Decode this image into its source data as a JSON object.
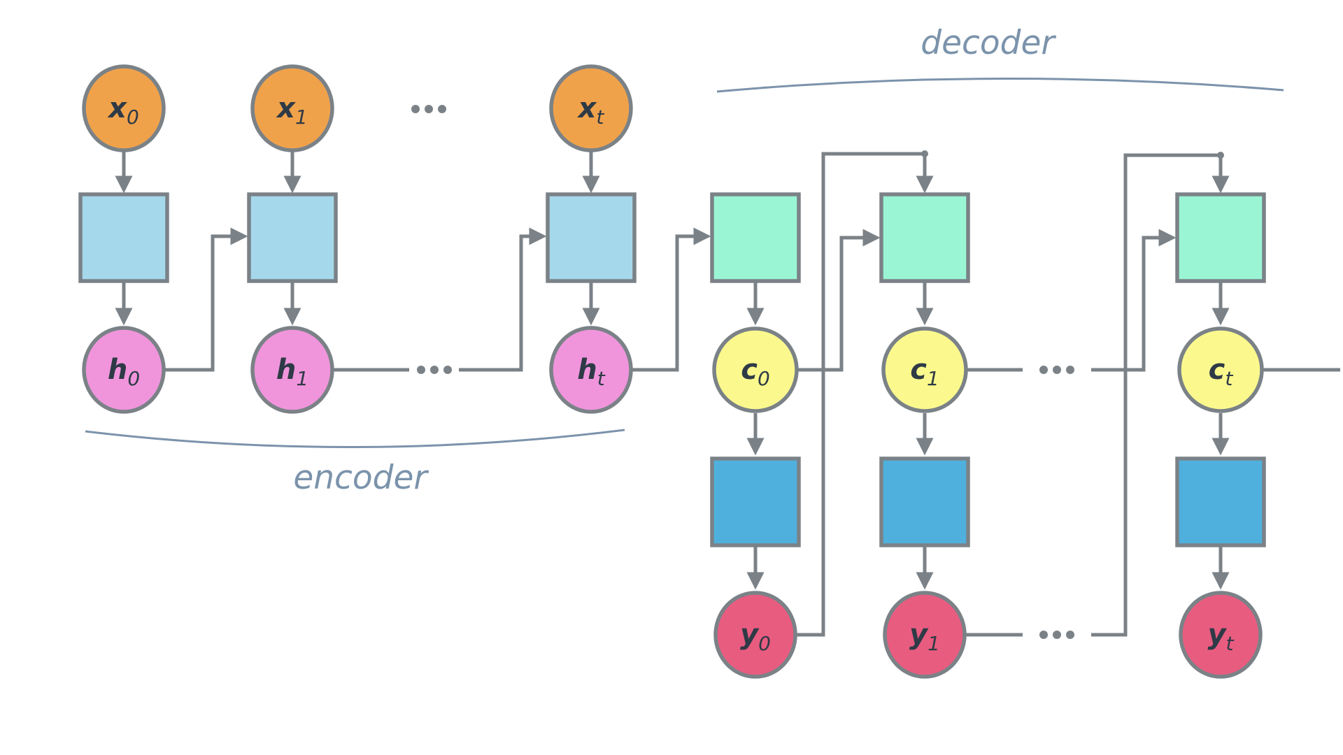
{
  "title": "encoder-decoder recurrent network diagram",
  "colors": {
    "background": "#ffffff",
    "line": "#7b8287",
    "node_text": "#2e3a46",
    "section_label": "#7b93ab",
    "input_node": "#f0a24b",
    "encoder_cell": "#a5d8eb",
    "hidden_node": "#f095dc",
    "decoder_cell": "#9af5d4",
    "context_node": "#fbf98d",
    "output_cell": "#4fb0dd",
    "output_node": "#e85c80"
  },
  "labels": {
    "encoder": "encoder",
    "decoder": "decoder",
    "ellipsis": "..."
  },
  "nodes": {
    "x0": {
      "main": "x",
      "sub": "0"
    },
    "x1": {
      "main": "x",
      "sub": "1"
    },
    "xt": {
      "main": "x",
      "sub": "t"
    },
    "h0": {
      "main": "h",
      "sub": "0"
    },
    "h1": {
      "main": "h",
      "sub": "1"
    },
    "ht": {
      "main": "h",
      "sub": "t"
    },
    "c0": {
      "main": "c",
      "sub": "0"
    },
    "c1": {
      "main": "c",
      "sub": "1"
    },
    "ct": {
      "main": "c",
      "sub": "t"
    },
    "y0": {
      "main": "y",
      "sub": "0"
    },
    "y1": {
      "main": "y",
      "sub": "1"
    },
    "yt": {
      "main": "y",
      "sub": "t"
    }
  }
}
